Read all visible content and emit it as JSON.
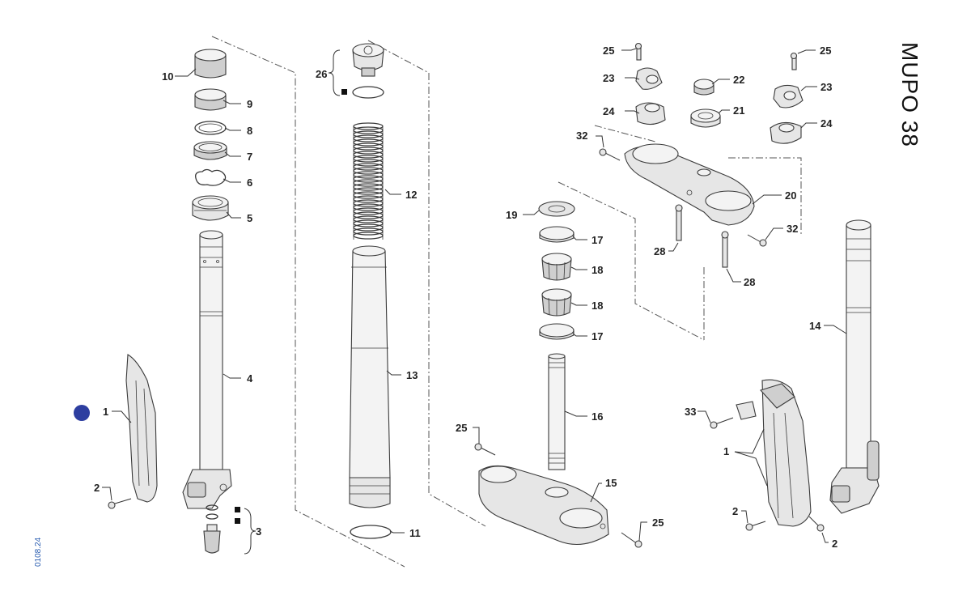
{
  "title": "MUPO 38",
  "code": "0108.24",
  "marker_color": "#2d3ea0",
  "labels": {
    "l1a": "1",
    "l2a": "2",
    "l3": "3",
    "l4": "4",
    "l5": "5",
    "l6": "6",
    "l7": "7",
    "l8": "8",
    "l9": "9",
    "l10": "10",
    "l11": "11",
    "l12": "12",
    "l13": "13",
    "l14": "14",
    "l15": "15",
    "l16": "16",
    "l17a": "17",
    "l17b": "17",
    "l18a": "18",
    "l18b": "18",
    "l19": "19",
    "l20": "20",
    "l21": "21",
    "l22": "22",
    "l23a": "23",
    "l23b": "23",
    "l24a": "24",
    "l24b": "24",
    "l25a": "25",
    "l25b": "25",
    "l25c": "25",
    "l25d": "25",
    "l26": "26",
    "l28a": "28",
    "l28b": "28",
    "l32a": "32",
    "l32b": "32",
    "l33": "33",
    "l1b": "1",
    "l2b": "2",
    "l2c": "2"
  }
}
